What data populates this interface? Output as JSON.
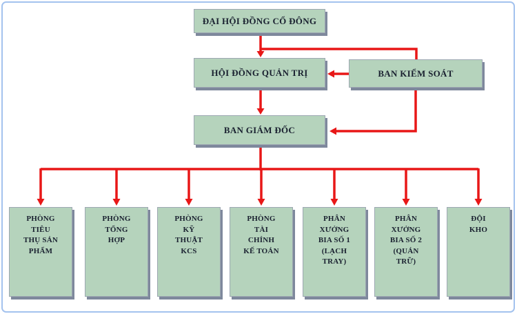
{
  "diagram": {
    "type": "org-chart",
    "language": "vi",
    "colors": {
      "background": "#ffffff",
      "frame_border": "#a3c2ee",
      "box_fill": "#b5d3bc",
      "box_border": "#9da7b2",
      "box_shadow": "#7e889c",
      "arrow_color": "#e81717",
      "text_color": "#1a2130"
    },
    "nodes": {
      "shareholders": {
        "label": "ĐẠI HỘI ĐỒNG CỔ ĐÔNG"
      },
      "board": {
        "label": "HỘI ĐỒNG QUẢN TRỊ"
      },
      "supervisory": {
        "label": "BAN KIỂM SOÁT"
      },
      "directors": {
        "label": "BAN GIÁM ĐỐC"
      }
    },
    "departments": [
      {
        "label": "PHÒNG\nTIÊU\nTHỤ SẢN\nPHẨM"
      },
      {
        "label": "PHÒNG\nTỔNG\nHỢP"
      },
      {
        "label": "PHÒNG\nKỸ\nTHUẬT\nKCS"
      },
      {
        "label": "PHÒNG\nTÀI\nCHÍNH\nKẾ TOÁN"
      },
      {
        "label": "PHÂN\nXƯỞNG\nBIA SỐ 1\n(LẠCH\nTRAY)"
      },
      {
        "label": "PHÂN\nXƯỞNG\nBIA SỐ 2\n(QUÁN\nTRỮ)"
      },
      {
        "label": "ĐỘI\nKHO"
      }
    ],
    "edges": [
      {
        "from": "shareholders",
        "to": "board"
      },
      {
        "from": "shareholders",
        "to": "supervisory"
      },
      {
        "from": "supervisory",
        "to": "board"
      },
      {
        "from": "board",
        "to": "directors"
      },
      {
        "from": "supervisory",
        "to": "directors"
      },
      {
        "from": "directors",
        "to": "all-departments"
      }
    ]
  }
}
